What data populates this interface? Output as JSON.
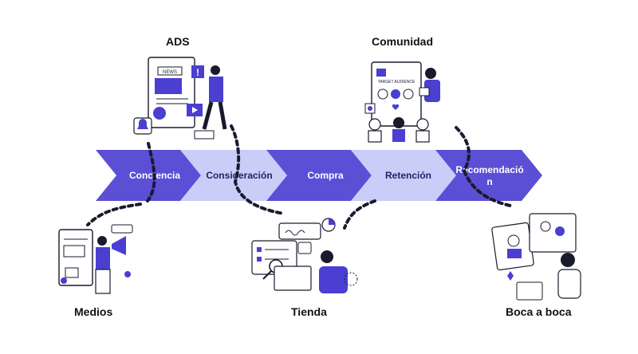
{
  "stages": [
    {
      "label": "Conciencia",
      "color": "#5b4fd6",
      "text_color": "#ffffff"
    },
    {
      "label": "Consideración",
      "color": "#c9cdf8",
      "text_color": "#222266"
    },
    {
      "label": "Compra",
      "color": "#5b4fd6",
      "text_color": "#ffffff"
    },
    {
      "label": "Retención",
      "color": "#c9cdf8",
      "text_color": "#222266"
    },
    {
      "label_line1": "Recomendació",
      "label_line2": "n",
      "color": "#5b4fd6",
      "text_color": "#ffffff"
    }
  ],
  "touchpoints": {
    "ads": "ADS",
    "comunidad": "Comunidad",
    "medios": "Medios",
    "tienda": "Tienda",
    "boca": "Boca a boca"
  },
  "illustration_text": {
    "news": "NEWS",
    "target_audience": "TARGET AUDIENCE"
  },
  "colors": {
    "accent": "#4a3fd0",
    "light": "#c9cdf8",
    "ink": "#1a1a2e"
  }
}
